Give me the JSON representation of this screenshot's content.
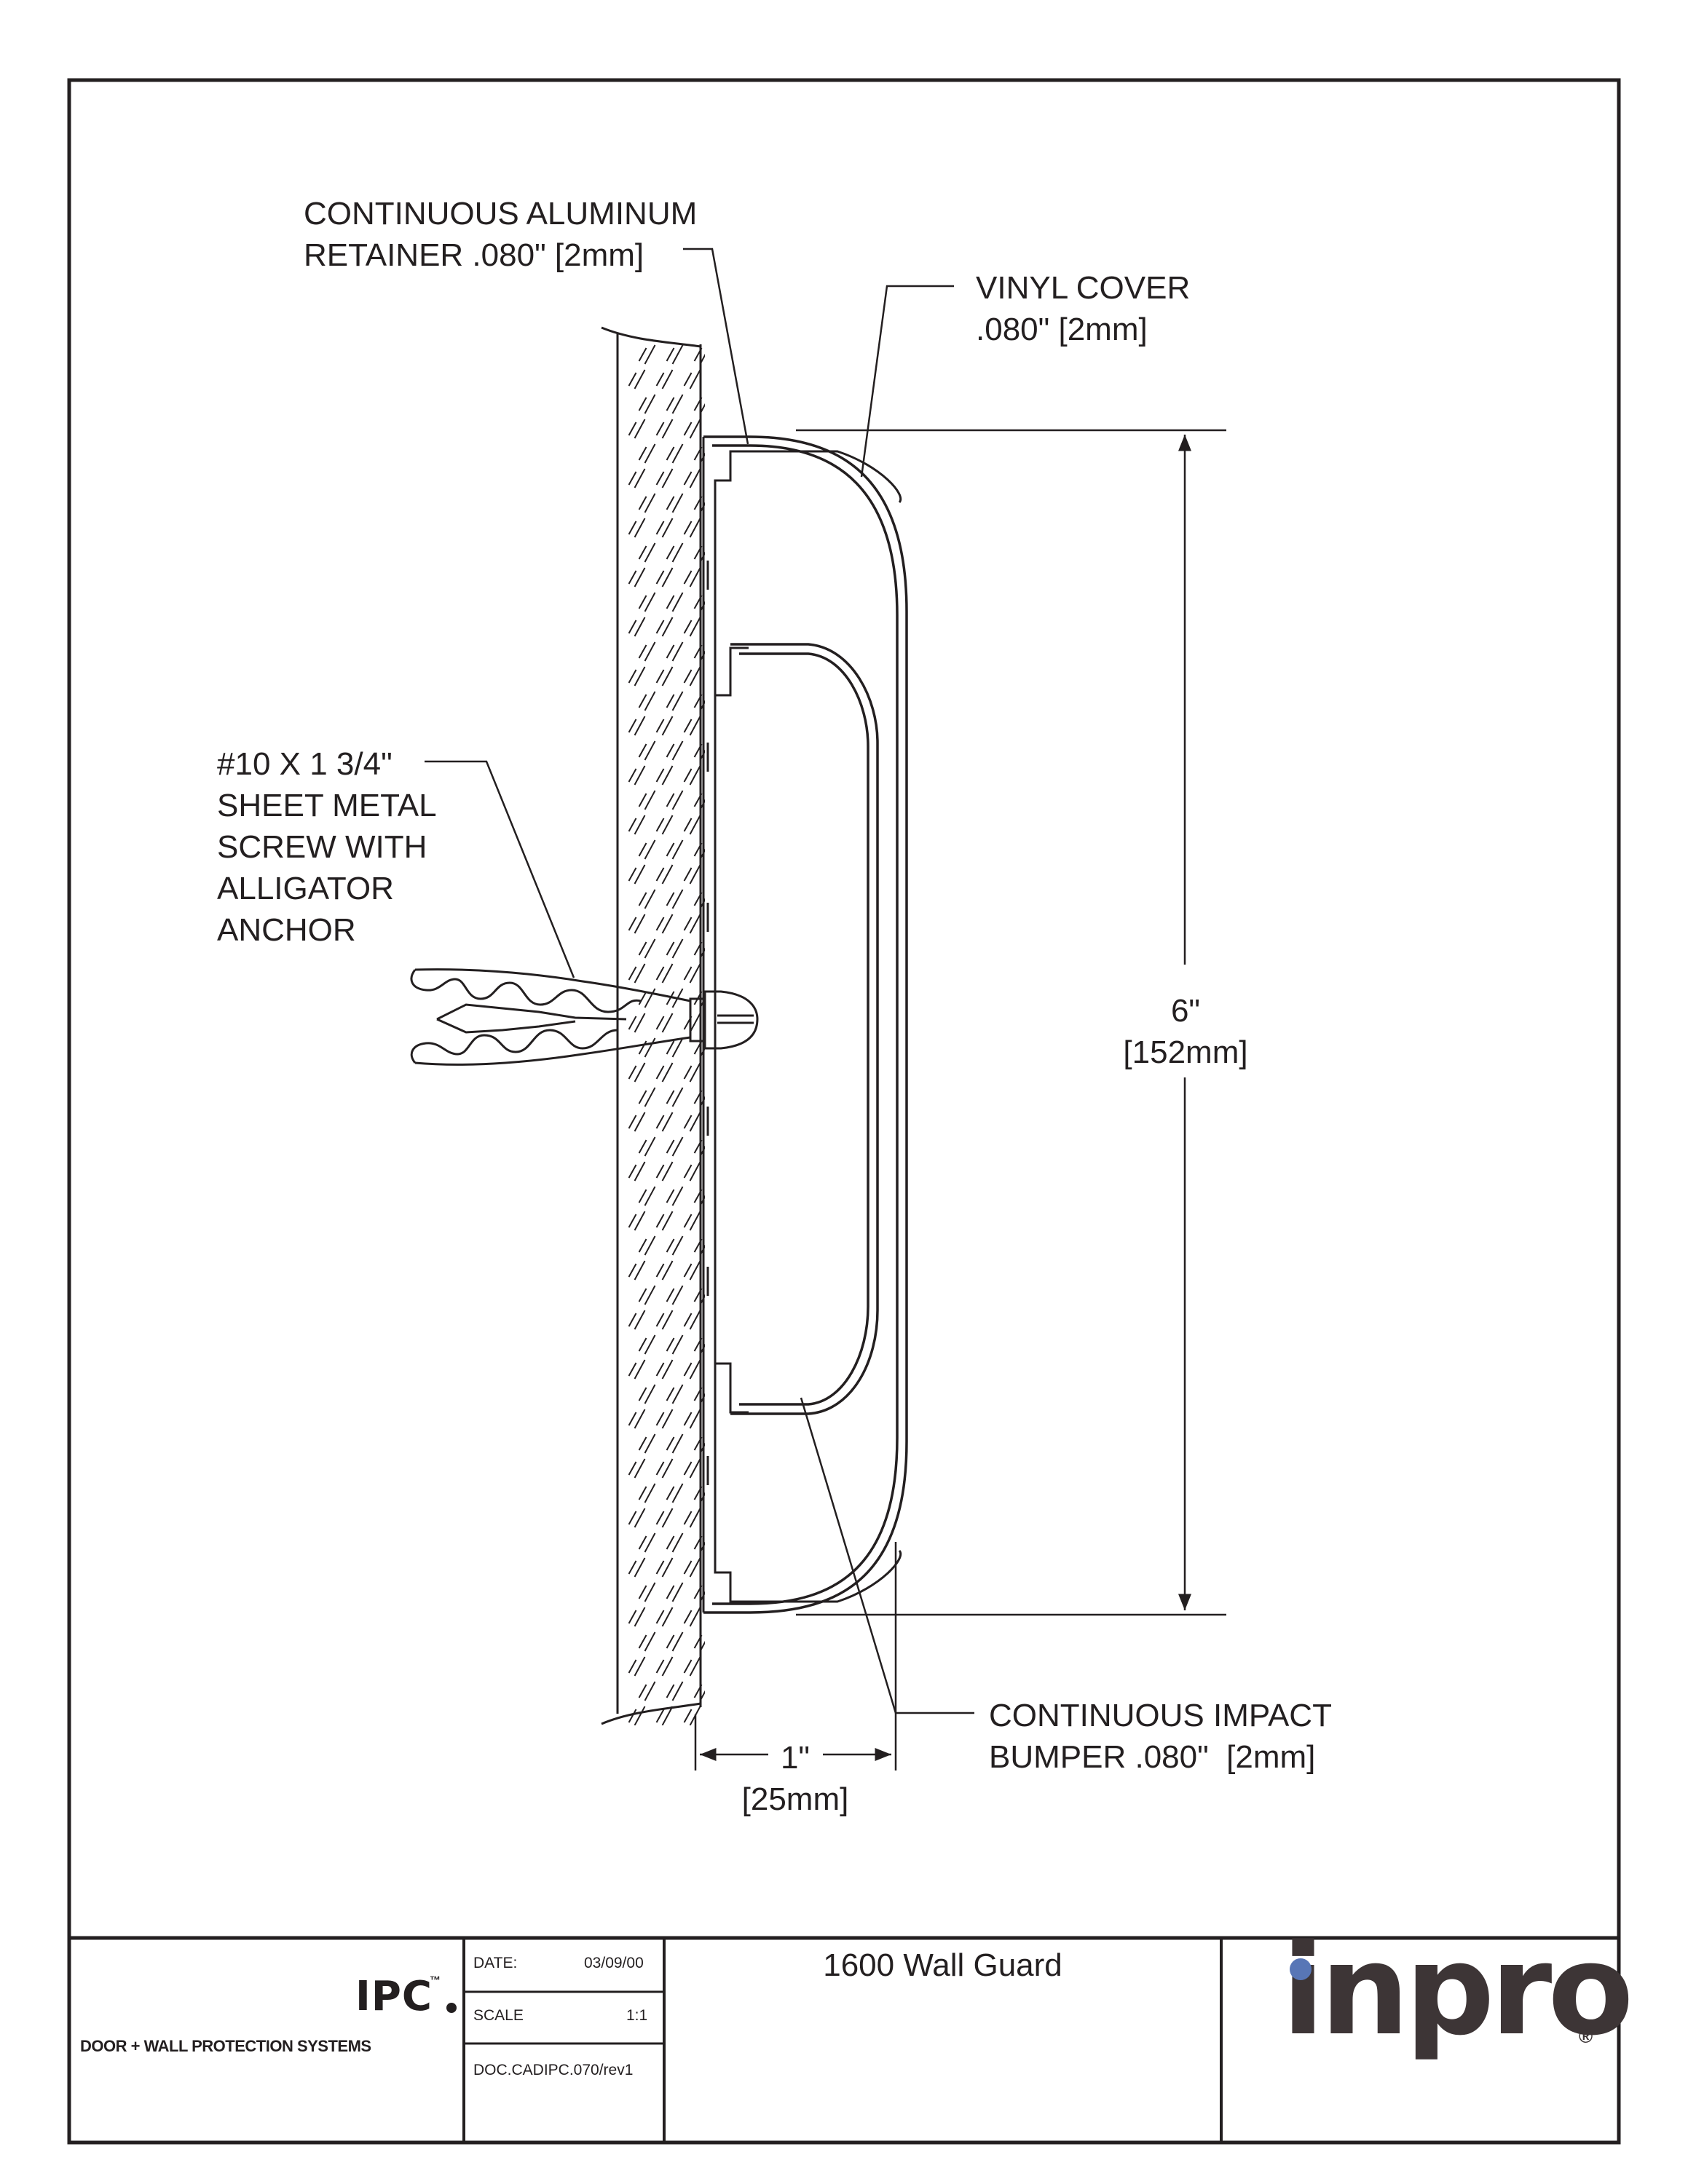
{
  "drawing": {
    "callouts": {
      "retainer": "CONTINUOUS ALUMINUM\nRETAINER .080\" [2mm]",
      "vinyl_cover": "VINYL COVER\n.080\" [2mm]",
      "screw": "#10 X 1 3/4\"\nSHEET METAL\nSCREW WITH\nALLIGATOR\nANCHOR",
      "bumper": "CONTINUOUS IMPACT\nBUMPER .080\"  [2mm]"
    },
    "dimensions": {
      "height": "6\"\n[152mm]",
      "depth": "1\"\n[25mm]"
    }
  },
  "title_block": {
    "brand": "IPC",
    "brand_tm": "™",
    "tagline": "DOOR + WALL PROTECTION SYSTEMS",
    "date_label": "DATE:",
    "date_value": "03/09/00",
    "scale_label": "SCALE",
    "scale_value": "1:1",
    "doc_number": "DOC.CADIPC.070/rev1",
    "drawing_title": "1600 Wall Guard",
    "logo_word": "inpro",
    "logo_reg": "®"
  },
  "colors": {
    "line": "#231f20",
    "logo_text": "#3d3536",
    "logo_dot": "#5876b6"
  }
}
